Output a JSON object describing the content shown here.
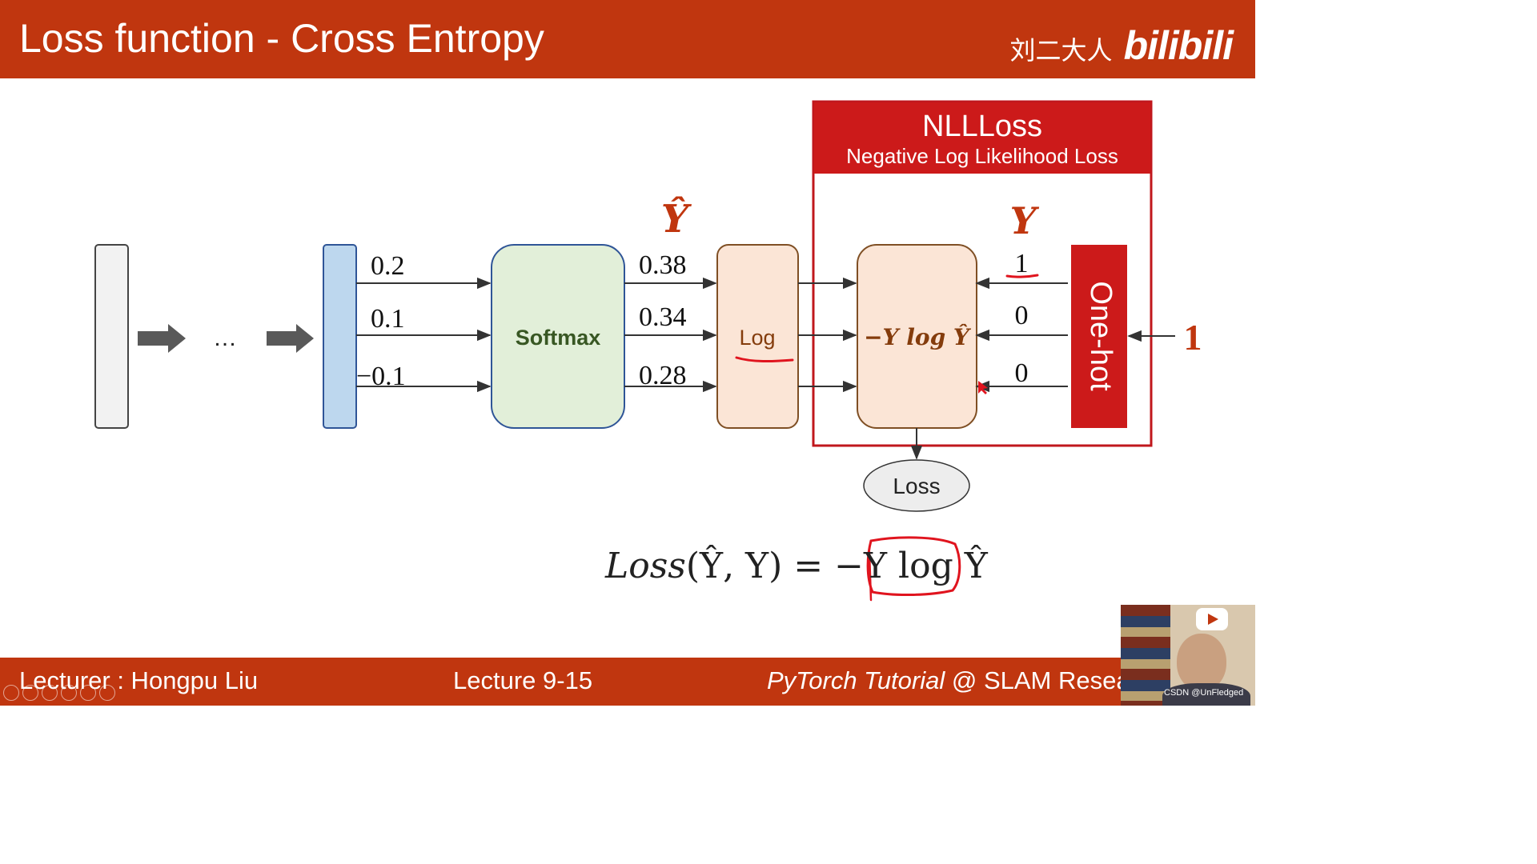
{
  "slide": {
    "title": "Loss function - Cross Entropy",
    "brand": {
      "cn": "刘二大人",
      "logo": "bilibili"
    }
  },
  "diagram": {
    "ellipsis": "…",
    "logits": [
      "0.2",
      "0.1",
      "−0.1"
    ],
    "softmax_label": "Softmax",
    "y_hat_label": "Ŷ",
    "probs": [
      "0.38",
      "0.34",
      "0.28"
    ],
    "log_label": "Log",
    "nll": {
      "title": "NLLLoss",
      "subtitle": "Negative Log Likelihood Loss"
    },
    "y_label": "Y",
    "core_label": "−Y log Ŷ",
    "onehot_vals": [
      "1",
      "0",
      "0"
    ],
    "onehot_label": "One-hot",
    "target": "1",
    "loss_label": "Loss"
  },
  "formula": {
    "lhs": "Loss",
    "args": "(Ŷ, Y)",
    "eq": " = −Y ",
    "log": "log Ŷ"
  },
  "footer": {
    "lecturer": "Lecturer : Hongpu Liu",
    "lecture": "Lecture 9-15",
    "course_italic": "PyTorch Tutorial",
    "course_rest": " @ SLAM Resea"
  },
  "overlay": {
    "watermark": "CSDN @UnFledged"
  },
  "colors": {
    "header": "#c0360f",
    "accent_red": "#cc1a1a",
    "softmax_fill": "#e2efd9",
    "log_fill": "#fbe5d6",
    "input_fill": "#bdd7ee"
  }
}
